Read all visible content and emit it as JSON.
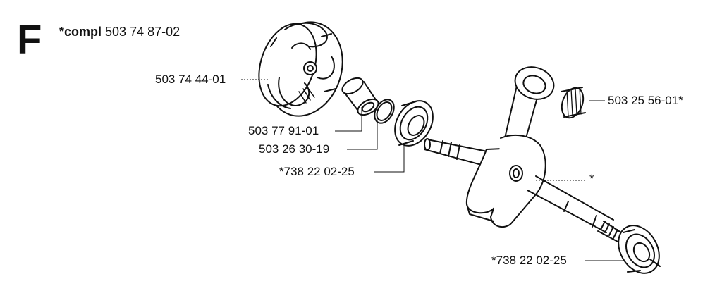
{
  "section": {
    "letter": "F"
  },
  "title": {
    "prefix": "*compl",
    "number": "503 74 87-02"
  },
  "parts": {
    "clutch": "503 74 44-01",
    "needle_bearing_upper": "503 25 56-01*",
    "sleeve": "503 77 91-01",
    "ring": "503 26 30-19",
    "bearing_left": "*738 22 02-25",
    "crankshaft": "*",
    "bearing_right": "*738 22 02-25"
  }
}
